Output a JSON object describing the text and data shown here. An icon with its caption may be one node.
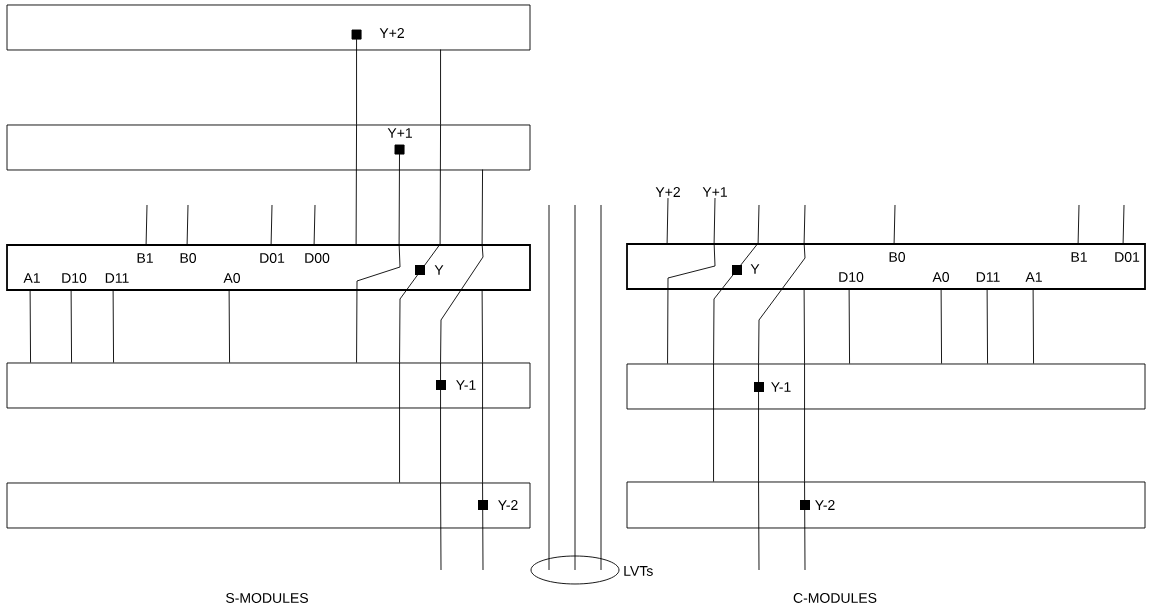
{
  "diagram": {
    "nodes": [
      {
        "text": [
          "Y+2"
        ]
      },
      {
        "text": [
          "Y+1"
        ]
      },
      {
        "text": [
          "B1",
          "B0",
          "D01",
          "D00",
          "A1",
          "D10",
          "D11",
          "A0",
          "Y"
        ]
      },
      {
        "text": [
          "Y-1"
        ]
      },
      {
        "text": [
          "Y-2"
        ]
      },
      {
        "text": [
          "B0",
          "B1",
          "D01",
          "D10",
          "A0",
          "D11",
          "A1",
          "Y"
        ]
      },
      {
        "text": [
          "Y-1"
        ]
      },
      {
        "text": [
          "Y-2"
        ]
      },
      {
        "text": [],
        "shape": "ellipse",
        "beside": [
          "LVTs"
        ]
      },
      {
        "text": [
          "Y+2"
        ]
      },
      {
        "text": [
          "Y+1"
        ]
      }
    ],
    "edges": [
      {
        "from": 0,
        "to": 1,
        "arrow": "other"
      },
      {
        "from": 1,
        "to": 2,
        "arrow": "none"
      },
      {
        "from": 0,
        "to": 1,
        "arrow": "none"
      },
      {
        "from": 1,
        "to": 2,
        "arrow": "none"
      },
      {
        "from": 2,
        "to": 3,
        "arrow": "none"
      },
      {
        "from": 3,
        "to": 4,
        "arrow": "none"
      },
      {
        "from": 1,
        "to": 2,
        "arrow": "other"
      },
      {
        "from": 2,
        "to": 3,
        "arrow": "none"
      },
      {
        "from": 1,
        "to": 2,
        "arrow": "none"
      },
      {
        "from": 2,
        "to": 3,
        "arrow": "none"
      },
      {
        "from": 3,
        "to": 4,
        "arrow": "none"
      },
      {
        "from": 4,
        "to": null,
        "arrow": "none"
      },
      {
        "from": 2,
        "to": 3,
        "arrow": "none"
      },
      {
        "from": 3,
        "to": 4,
        "arrow": "none"
      },
      {
        "from": 4,
        "to": null,
        "arrow": "none"
      },
      {
        "from": null,
        "to": 2,
        "arrow": "none"
      },
      {
        "from": null,
        "to": 2,
        "arrow": "none"
      },
      {
        "from": null,
        "to": 2,
        "arrow": "none"
      },
      {
        "from": null,
        "to": 2,
        "arrow": "none"
      },
      {
        "from": 2,
        "to": 3,
        "arrow": "none"
      },
      {
        "from": 2,
        "to": 3,
        "arrow": "none"
      },
      {
        "from": 2,
        "to": 3,
        "arrow": "none"
      },
      {
        "from": 2,
        "to": 3,
        "arrow": "none"
      },
      {
        "from": 9,
        "to": 5,
        "arrow": "none"
      },
      {
        "from": 10,
        "to": 5,
        "arrow": "none"
      },
      {
        "from": 5,
        "to": 6,
        "arrow": "none"
      },
      {
        "from": null,
        "to": 5,
        "arrow": "none"
      },
      {
        "from": 5,
        "to": 6,
        "arrow": "none"
      },
      {
        "from": 6,
        "to": 7,
        "arrow": "none"
      },
      {
        "from": null,
        "to": 5,
        "arrow": "none"
      },
      {
        "from": 5,
        "to": 6,
        "arrow": "none"
      },
      {
        "from": 6,
        "to": 7,
        "arrow": "none"
      },
      {
        "from": 7,
        "to": null,
        "arrow": "none"
      },
      {
        "from": 5,
        "to": 6,
        "arrow": "none"
      },
      {
        "from": 6,
        "to": 7,
        "arrow": "none"
      },
      {
        "from": 7,
        "to": null,
        "arrow": "none"
      },
      {
        "from": null,
        "to": 5,
        "arrow": "none"
      },
      {
        "from": null,
        "to": 5,
        "arrow": "none"
      },
      {
        "from": null,
        "to": 5,
        "arrow": "none"
      },
      {
        "from": 5,
        "to": 6,
        "arrow": "none"
      },
      {
        "from": 5,
        "to": 6,
        "arrow": "none"
      },
      {
        "from": 5,
        "to": 6,
        "arrow": "none"
      },
      {
        "from": 5,
        "to": 6,
        "arrow": "none"
      },
      {
        "from": null,
        "to": 8,
        "arrow": "none"
      },
      {
        "from": null,
        "to": 8,
        "arrow": "none"
      },
      {
        "from": null,
        "to": 8,
        "arrow": "none"
      }
    ],
    "labels": [
      "S-MODULES",
      "C-MODULES"
    ]
  }
}
